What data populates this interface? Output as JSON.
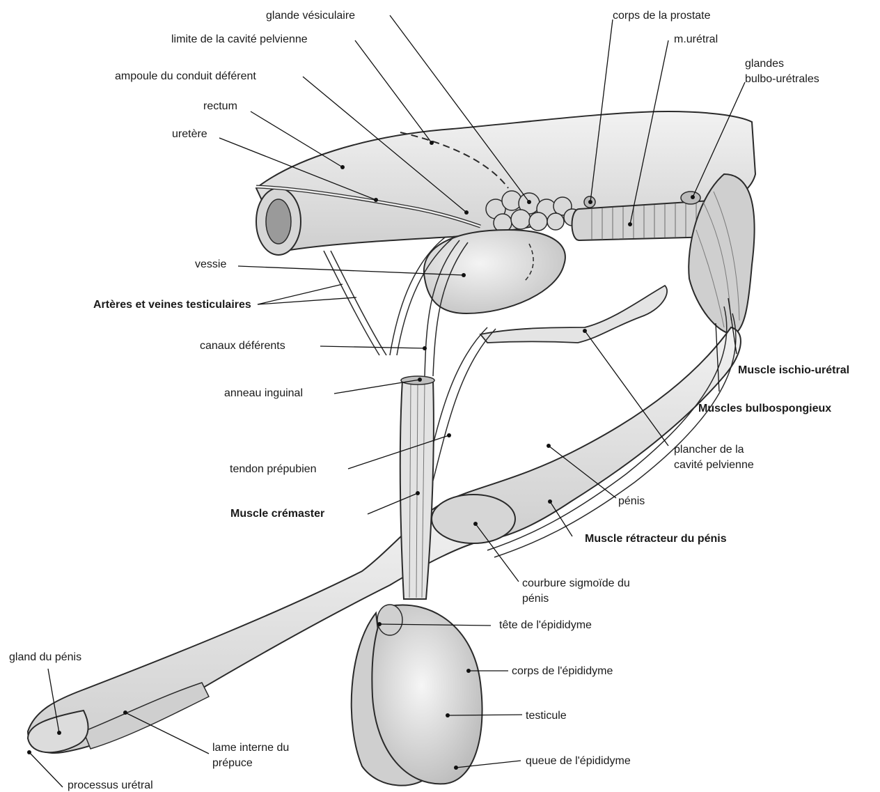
{
  "labels": {
    "glande_vesiculaire": "glande vésiculaire",
    "corps_prostate": "corps de la prostate",
    "limite_cavite": "limite de la cavité pelvienne",
    "m_uretral": "m.urétral",
    "glandes_bulbo_1": "glandes",
    "glandes_bulbo_2": "bulbo-urétrales",
    "ampoule": "ampoule du conduit déférent",
    "rectum": "rectum",
    "uretere": "uretère",
    "vessie": "vessie",
    "arteres_veines": "Artères et veines testiculaires",
    "canaux_deferents": "canaux déférents",
    "muscle_ischio": "Muscle ischio-urétral",
    "anneau_inguinal": "anneau inguinal",
    "muscles_bulbo": "Muscles bulbospongieux",
    "plancher_1": "plancher de la",
    "plancher_2": "cavité pelvienne",
    "tendon": "tendon prépubien",
    "penis": "pénis",
    "muscle_cremaster": "Muscle crémaster",
    "muscle_retracteur": "Muscle rétracteur du pénis",
    "courbure_1": "courbure sigmoïde du",
    "courbure_2": "pénis",
    "tete_epididyme": "tête de l'épididyme",
    "gland": "gland du pénis",
    "corps_epididyme": "corps de l'épididyme",
    "testicule": "testicule",
    "lame_1": "lame interne du",
    "lame_2": "prépuce",
    "queue_epididyme": "queue de l'épididyme",
    "processus": "processus urétral"
  },
  "colors": {
    "ink": "#2a2a2a",
    "tissue": "#e6e6e6",
    "tissue_dark": "#bdbdbd",
    "leader": "#111111"
  }
}
